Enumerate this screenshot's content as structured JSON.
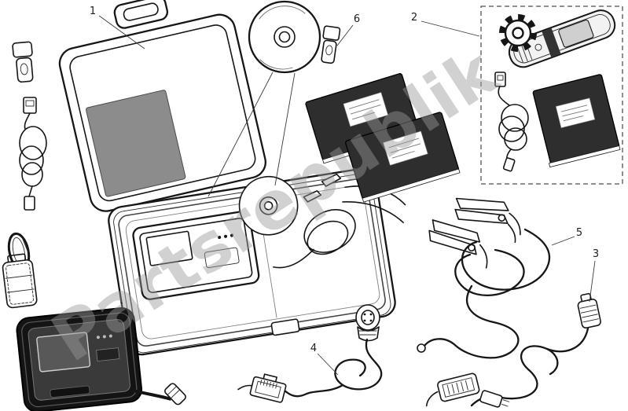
{
  "page": {
    "kind": "exploded-parts-diagram",
    "watermark": "Partsrepublik",
    "colors": {
      "background": "#ffffff",
      "line": "#161616",
      "book_cover": "#2e2e2e",
      "device_body": "#141414",
      "lid_pocket": "#8c8c8c",
      "watermark": "#9a9a9a"
    }
  },
  "callouts": [
    {
      "number": "1",
      "target": "carrying-case-kit"
    },
    {
      "number": "2",
      "target": "tester-kit-box"
    },
    {
      "number": "3",
      "target": "power-cable"
    },
    {
      "number": "4",
      "target": "diagnosis-cable"
    },
    {
      "number": "5",
      "target": "battery-clamp-cable"
    },
    {
      "number": "6",
      "target": "usb-memory-stick"
    }
  ]
}
